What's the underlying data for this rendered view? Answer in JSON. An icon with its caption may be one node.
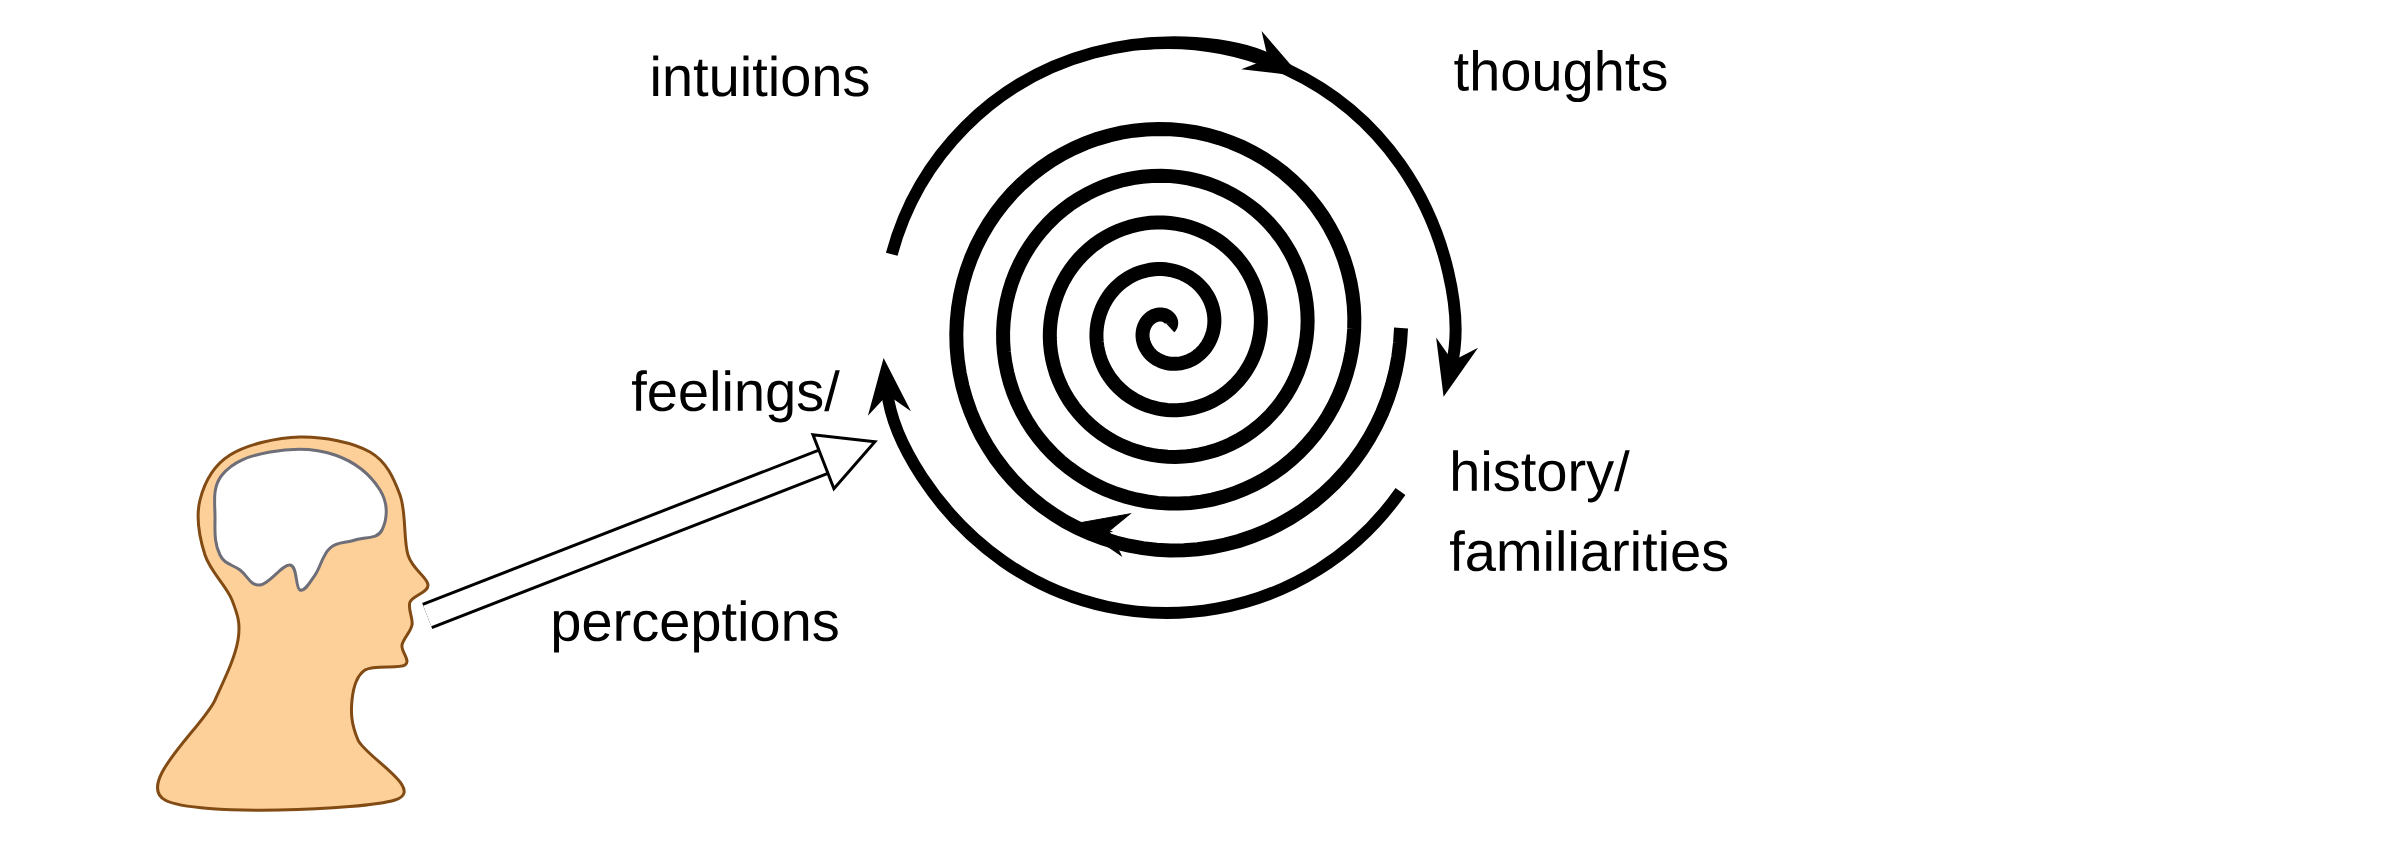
{
  "diagram": {
    "nodes": [
      {
        "text": [],
        "shape": "person"
      },
      {
        "text": [],
        "shape": "spiral"
      }
    ],
    "edges": [
      {
        "from": 0,
        "to": 1,
        "arrow": "to"
      }
    ],
    "labels": [
      "intuitions",
      "thoughts",
      "feelings/ perceptions",
      "history/ familiarities"
    ]
  }
}
